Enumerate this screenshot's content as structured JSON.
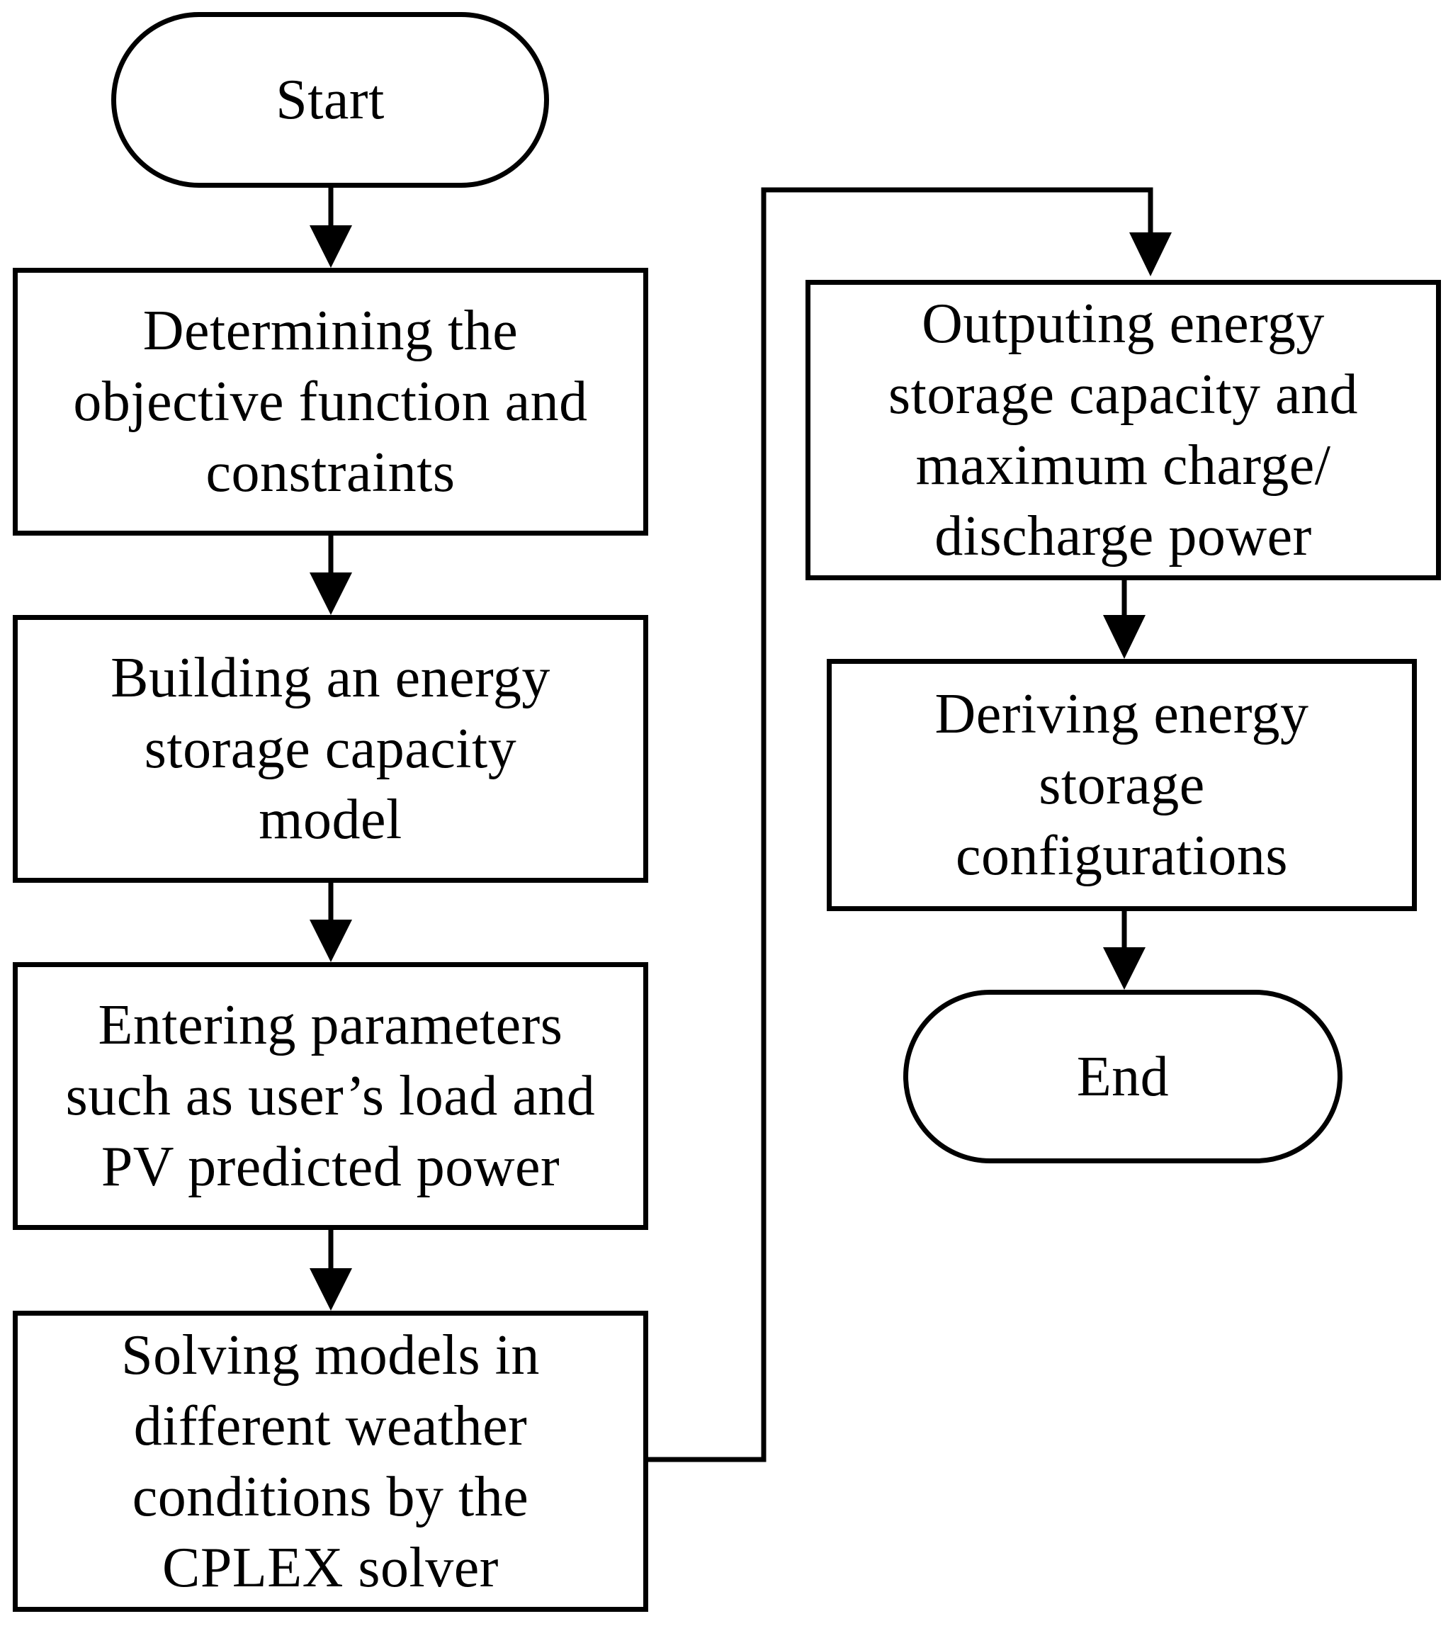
{
  "flowchart": {
    "nodes": [
      {
        "id": "start",
        "kind": "terminal",
        "text": "Start"
      },
      {
        "id": "step1",
        "kind": "process",
        "text": "Determining the\nobjective function and\nconstraints"
      },
      {
        "id": "step2",
        "kind": "process",
        "text": "Building an energy\nstorage capacity\nmodel"
      },
      {
        "id": "step3",
        "kind": "process",
        "text": "Entering parameters\nsuch as user’s load and\nPV predicted power"
      },
      {
        "id": "step4",
        "kind": "process",
        "text": "Solving models in\ndifferent weather\nconditions by the\nCPLEX solver"
      },
      {
        "id": "step5",
        "kind": "process",
        "text": "Outputing energy\nstorage capacity and\nmaximum charge/\ndischarge power"
      },
      {
        "id": "step6",
        "kind": "process",
        "text": "Deriving energy\nstorage\nconfigurations"
      },
      {
        "id": "end",
        "kind": "terminal",
        "text": "End"
      }
    ],
    "edges": [
      {
        "from": "start",
        "to": "step1"
      },
      {
        "from": "step1",
        "to": "step2"
      },
      {
        "from": "step2",
        "to": "step3"
      },
      {
        "from": "step3",
        "to": "step4"
      },
      {
        "from": "step4",
        "to": "step5"
      },
      {
        "from": "step5",
        "to": "step6"
      },
      {
        "from": "step6",
        "to": "end"
      }
    ]
  }
}
